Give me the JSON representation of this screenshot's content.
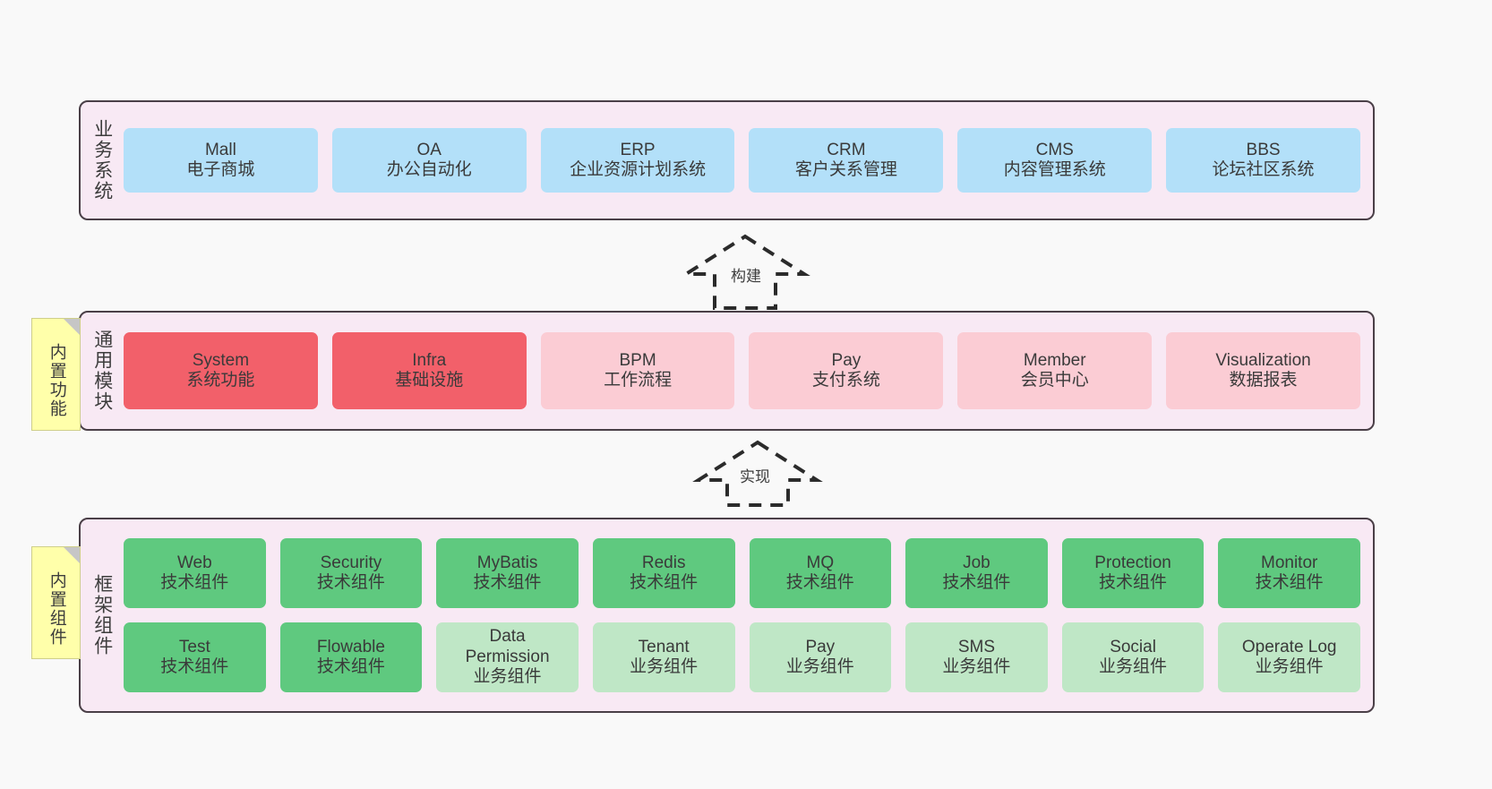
{
  "diagram": {
    "background_color": "#f9f9f9",
    "container_fill": "#f8e9f4",
    "container_border": "#4a3f47",
    "note_fill": "#ffffaa"
  },
  "layers": [
    {
      "id": "business",
      "title": "业务系统",
      "rows": [
        [
          {
            "name": "Mall",
            "desc": "电子商城",
            "color": "#b3e0f9"
          },
          {
            "name": "OA",
            "desc": "办公自动化",
            "color": "#b3e0f9"
          },
          {
            "name": "ERP",
            "desc": "企业资源计划系统",
            "color": "#b3e0f9"
          },
          {
            "name": "CRM",
            "desc": "客户关系管理",
            "color": "#b3e0f9"
          },
          {
            "name": "CMS",
            "desc": "内容管理系统",
            "color": "#b3e0f9"
          },
          {
            "name": "BBS",
            "desc": "论坛社区系统",
            "color": "#b3e0f9"
          }
        ]
      ]
    },
    {
      "id": "modules",
      "title": "通用模块",
      "rows": [
        [
          {
            "name": "System",
            "desc": "系统功能",
            "color": "#f2606a"
          },
          {
            "name": "Infra",
            "desc": "基础设施",
            "color": "#f2606a"
          },
          {
            "name": "BPM",
            "desc": "工作流程",
            "color": "#fbccd4"
          },
          {
            "name": "Pay",
            "desc": "支付系统",
            "color": "#fbccd4"
          },
          {
            "name": "Member",
            "desc": "会员中心",
            "color": "#fbccd4"
          },
          {
            "name": "Visualization",
            "desc": "数据报表",
            "color": "#fbccd4"
          }
        ]
      ]
    },
    {
      "id": "framework",
      "title": "框架组件",
      "rows": [
        [
          {
            "name": "Web",
            "desc": "技术组件",
            "color": "#5fc97f"
          },
          {
            "name": "Security",
            "desc": "技术组件",
            "color": "#5fc97f"
          },
          {
            "name": "MyBatis",
            "desc": "技术组件",
            "color": "#5fc97f"
          },
          {
            "name": "Redis",
            "desc": "技术组件",
            "color": "#5fc97f"
          },
          {
            "name": "MQ",
            "desc": "技术组件",
            "color": "#5fc97f"
          },
          {
            "name": "Job",
            "desc": "技术组件",
            "color": "#5fc97f"
          },
          {
            "name": "Protection",
            "desc": "技术组件",
            "color": "#5fc97f"
          },
          {
            "name": "Monitor",
            "desc": "技术组件",
            "color": "#5fc97f"
          }
        ],
        [
          {
            "name": "Test",
            "desc": "技术组件",
            "color": "#5fc97f"
          },
          {
            "name": "Flowable",
            "desc": "技术组件",
            "color": "#5fc97f"
          },
          {
            "name": "Data\nPermission",
            "desc": "业务组件",
            "color": "#bfe7c6"
          },
          {
            "name": "Tenant",
            "desc": "业务组件",
            "color": "#bfe7c6"
          },
          {
            "name": "Pay",
            "desc": "业务组件",
            "color": "#bfe7c6"
          },
          {
            "name": "SMS",
            "desc": "业务组件",
            "color": "#bfe7c6"
          },
          {
            "name": "Social",
            "desc": "业务组件",
            "color": "#bfe7c6"
          },
          {
            "name": "Operate Log",
            "desc": "业务组件",
            "color": "#bfe7c6"
          }
        ]
      ]
    }
  ],
  "notes": [
    {
      "id": "builtin-func",
      "text": "内置功能"
    },
    {
      "id": "builtin-comp",
      "text": "内置组件"
    }
  ],
  "arrows": [
    {
      "id": "build",
      "label": "构建",
      "style": "dashed-generalization",
      "direction": "up"
    },
    {
      "id": "impl",
      "label": "实现",
      "style": "dashed-generalization",
      "direction": "up"
    }
  ]
}
